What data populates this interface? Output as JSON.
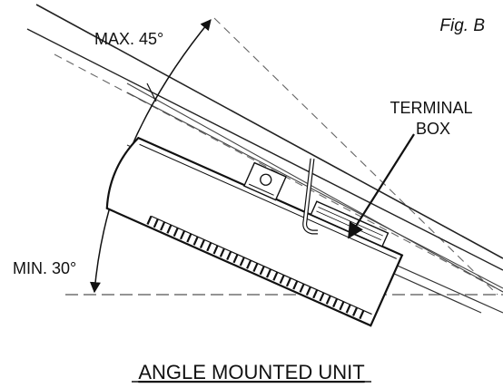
{
  "figure": {
    "fig_label": "Fig. B",
    "max_angle_label": "MAX. 45°",
    "min_angle_label": "MIN. 30°",
    "terminal_label_line1": "TERMINAL",
    "terminal_label_line2": "BOX",
    "caption": "ANGLE MOUNTED UNIT"
  },
  "angles": {
    "max_deg": 45,
    "min_deg": 30
  },
  "colors": {
    "ink": "#111111",
    "dash": "#555555"
  }
}
